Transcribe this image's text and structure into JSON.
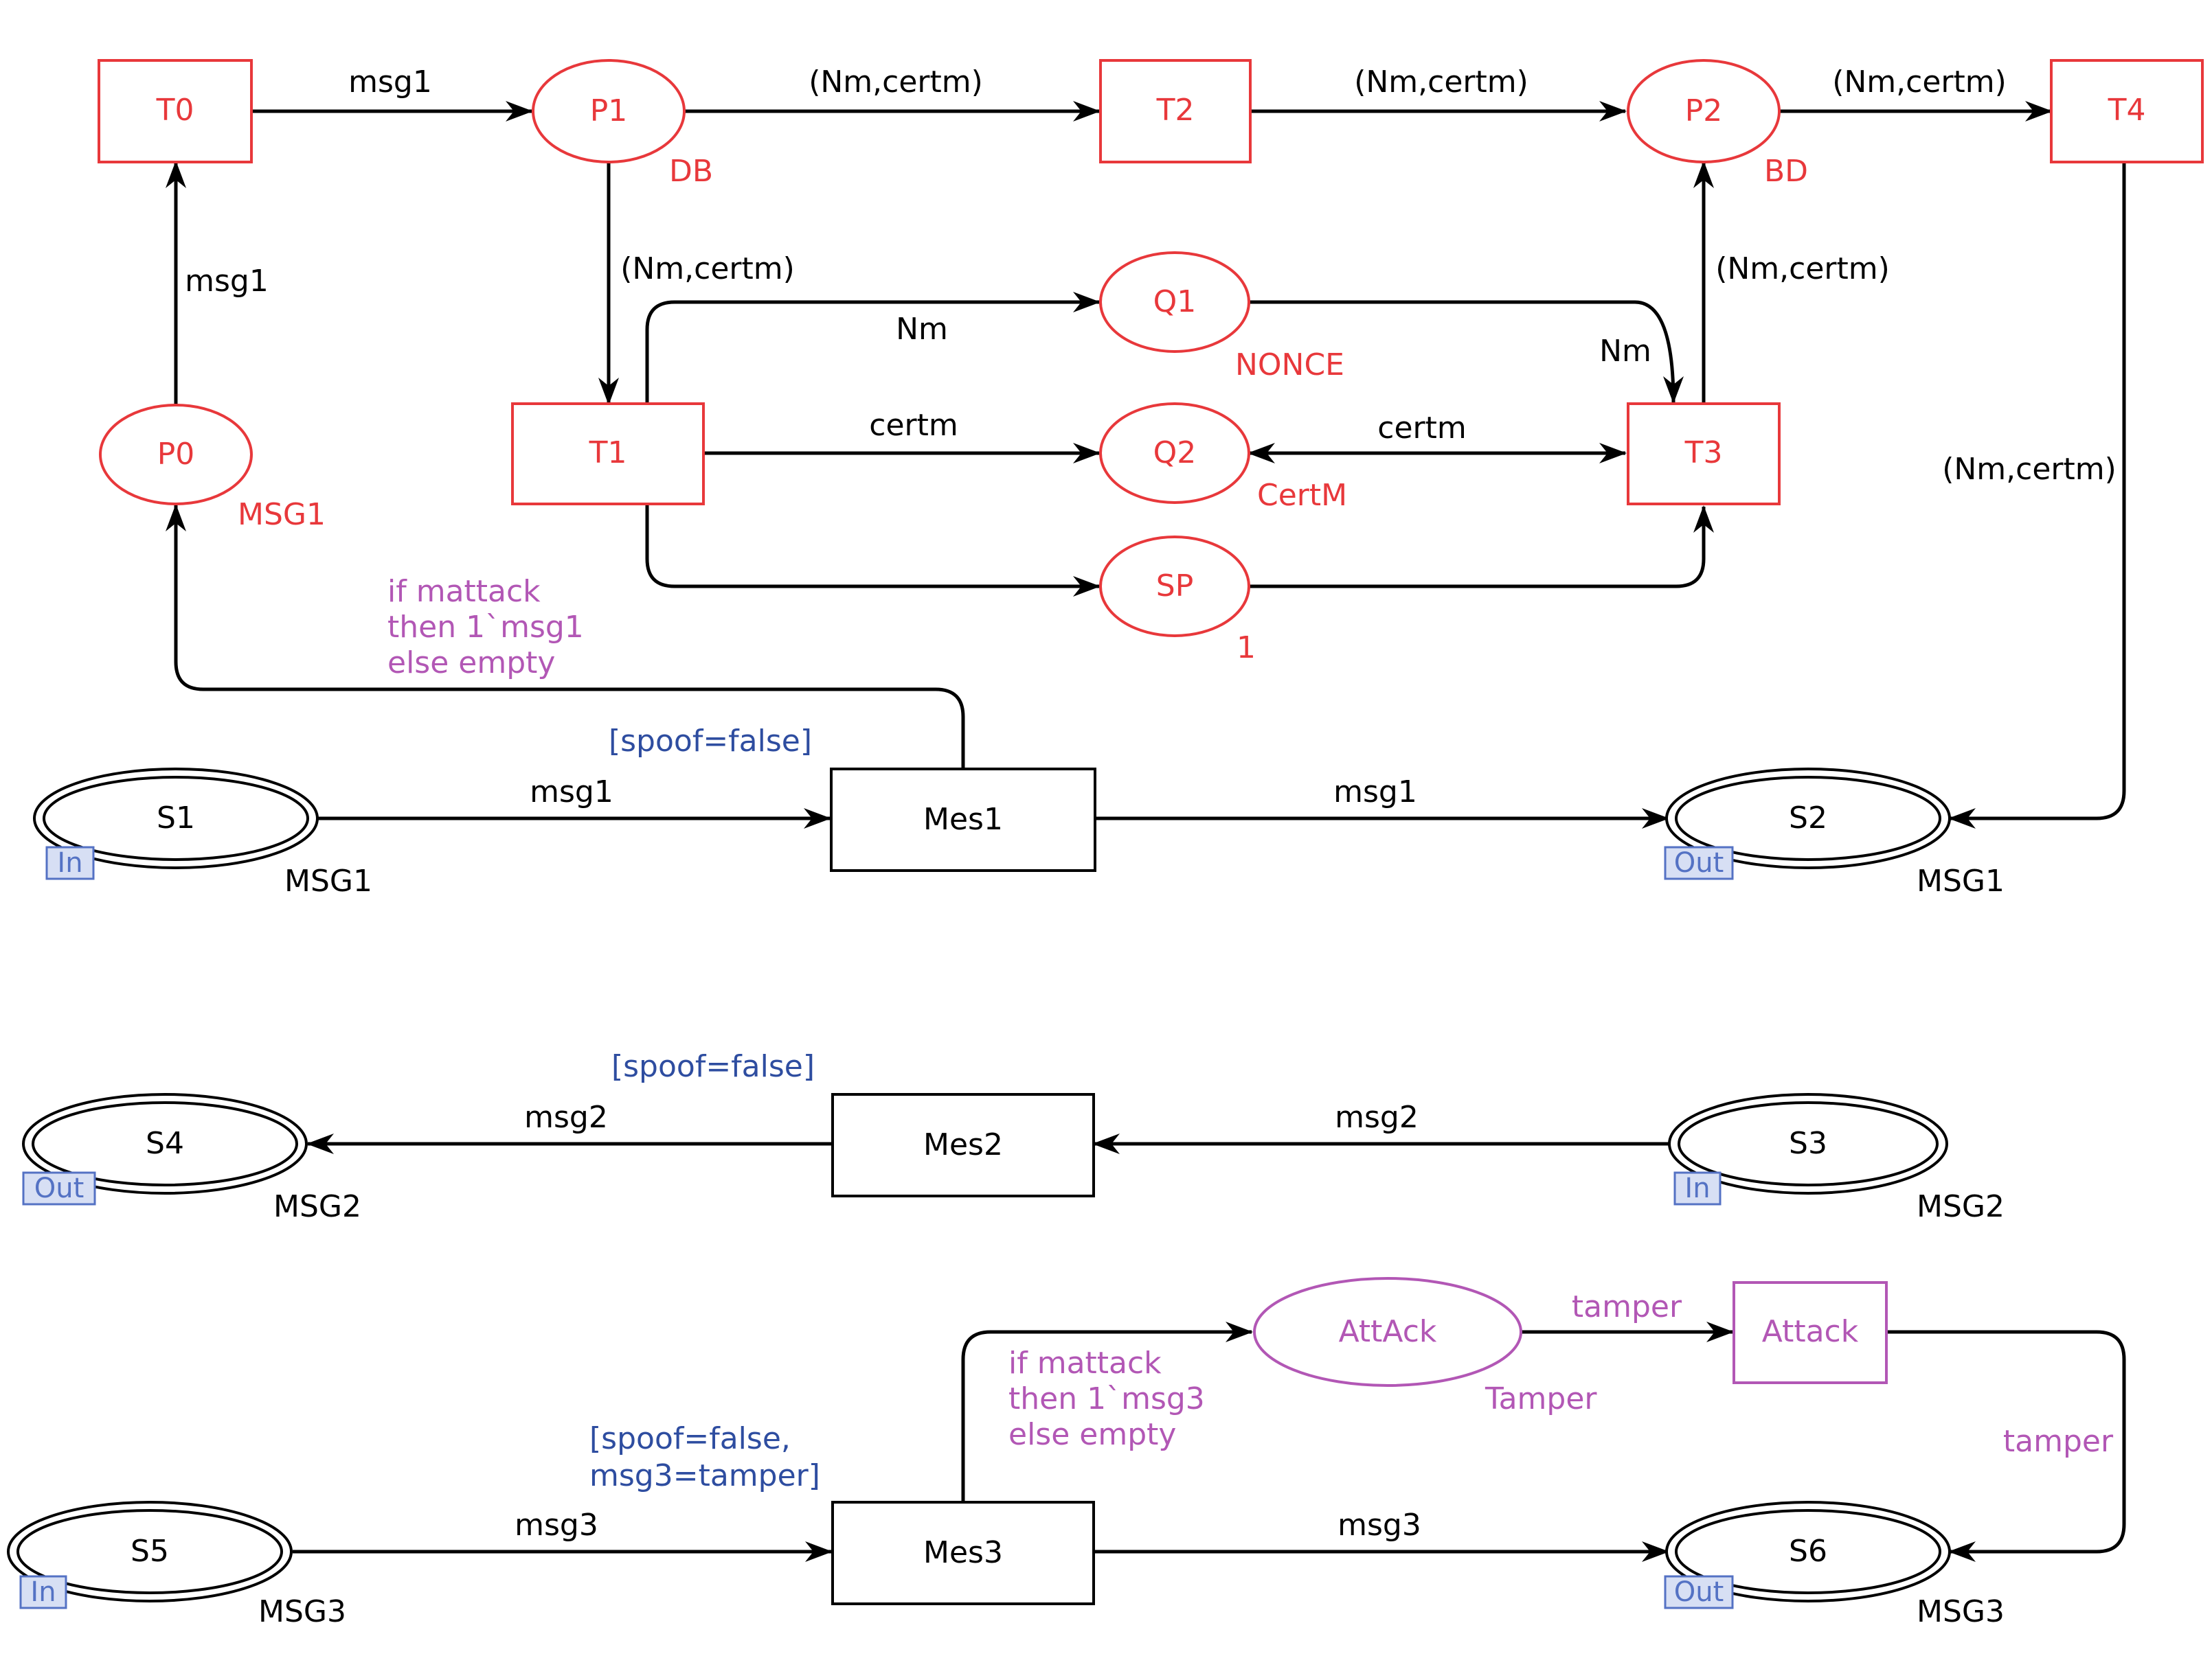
{
  "colors": {
    "red": "#e8383b",
    "purple": "#b257b5",
    "blue": "#2e4da0",
    "black": "#000000",
    "port_fill": "#d7dff4",
    "port_stroke": "#5472c4"
  },
  "transitions": {
    "T0": "T0",
    "T1": "T1",
    "T2": "T2",
    "T3": "T3",
    "T4": "T4",
    "Mes1": "Mes1",
    "Mes2": "Mes2",
    "Mes3": "Mes3",
    "Attack": "Attack"
  },
  "places": {
    "P0": "P0",
    "P1": "P1",
    "P2": "P2",
    "Q1": "Q1",
    "Q2": "Q2",
    "SP": "SP",
    "AttAck": "AttAck",
    "S1": "S1",
    "S2": "S2",
    "S3": "S3",
    "S4": "S4",
    "S5": "S5",
    "S6": "S6"
  },
  "color_sets": {
    "P0": "MSG1",
    "P1": "DB",
    "P2": "BD",
    "Q1": "NONCE",
    "Q2": "CertM",
    "SP": "1",
    "AttAck": "Tamper",
    "S1": "MSG1",
    "S2": "MSG1",
    "S3": "MSG2",
    "S4": "MSG2",
    "S5": "MSG3",
    "S6": "MSG3"
  },
  "ports": {
    "S1": "In",
    "S2": "Out",
    "S3": "In",
    "S4": "Out",
    "S5": "In",
    "S6": "Out"
  },
  "arc_labels": {
    "T0_P1": "msg1",
    "P0_T0": "msg1",
    "P1_T2": "(Nm,certm)",
    "T2_P2": "(Nm,certm)",
    "P2_T4": "(Nm,certm)",
    "P1_T1": "(Nm,certm)",
    "T1_Q1": "Nm",
    "T1_Q2": "certm",
    "Q2_T3": "certm",
    "Q1_T3": "Nm",
    "T3_P2": "(Nm,certm)",
    "T4_S2": "(Nm,certm)",
    "S1_Mes1": "msg1",
    "Mes1_S2": "msg1",
    "S3_Mes2": "msg2",
    "Mes2_S4": "msg2",
    "S5_Mes3": "msg3",
    "Mes3_S6": "msg3",
    "AttAck_Attack": "tamper",
    "Attack_S6": "tamper"
  },
  "guards": {
    "Mes1": "[spoof=false]",
    "Mes2": "[spoof=false]",
    "Mes3_line1": "[spoof=false,",
    "Mes3_line2": "msg3=tamper]"
  },
  "conditional_arcs": {
    "Mes1_P0": [
      "if mattack",
      "then 1`msg1",
      "else empty"
    ],
    "Mes3_AttAck": [
      "if mattack",
      "then 1`msg3",
      "else empty"
    ]
  }
}
